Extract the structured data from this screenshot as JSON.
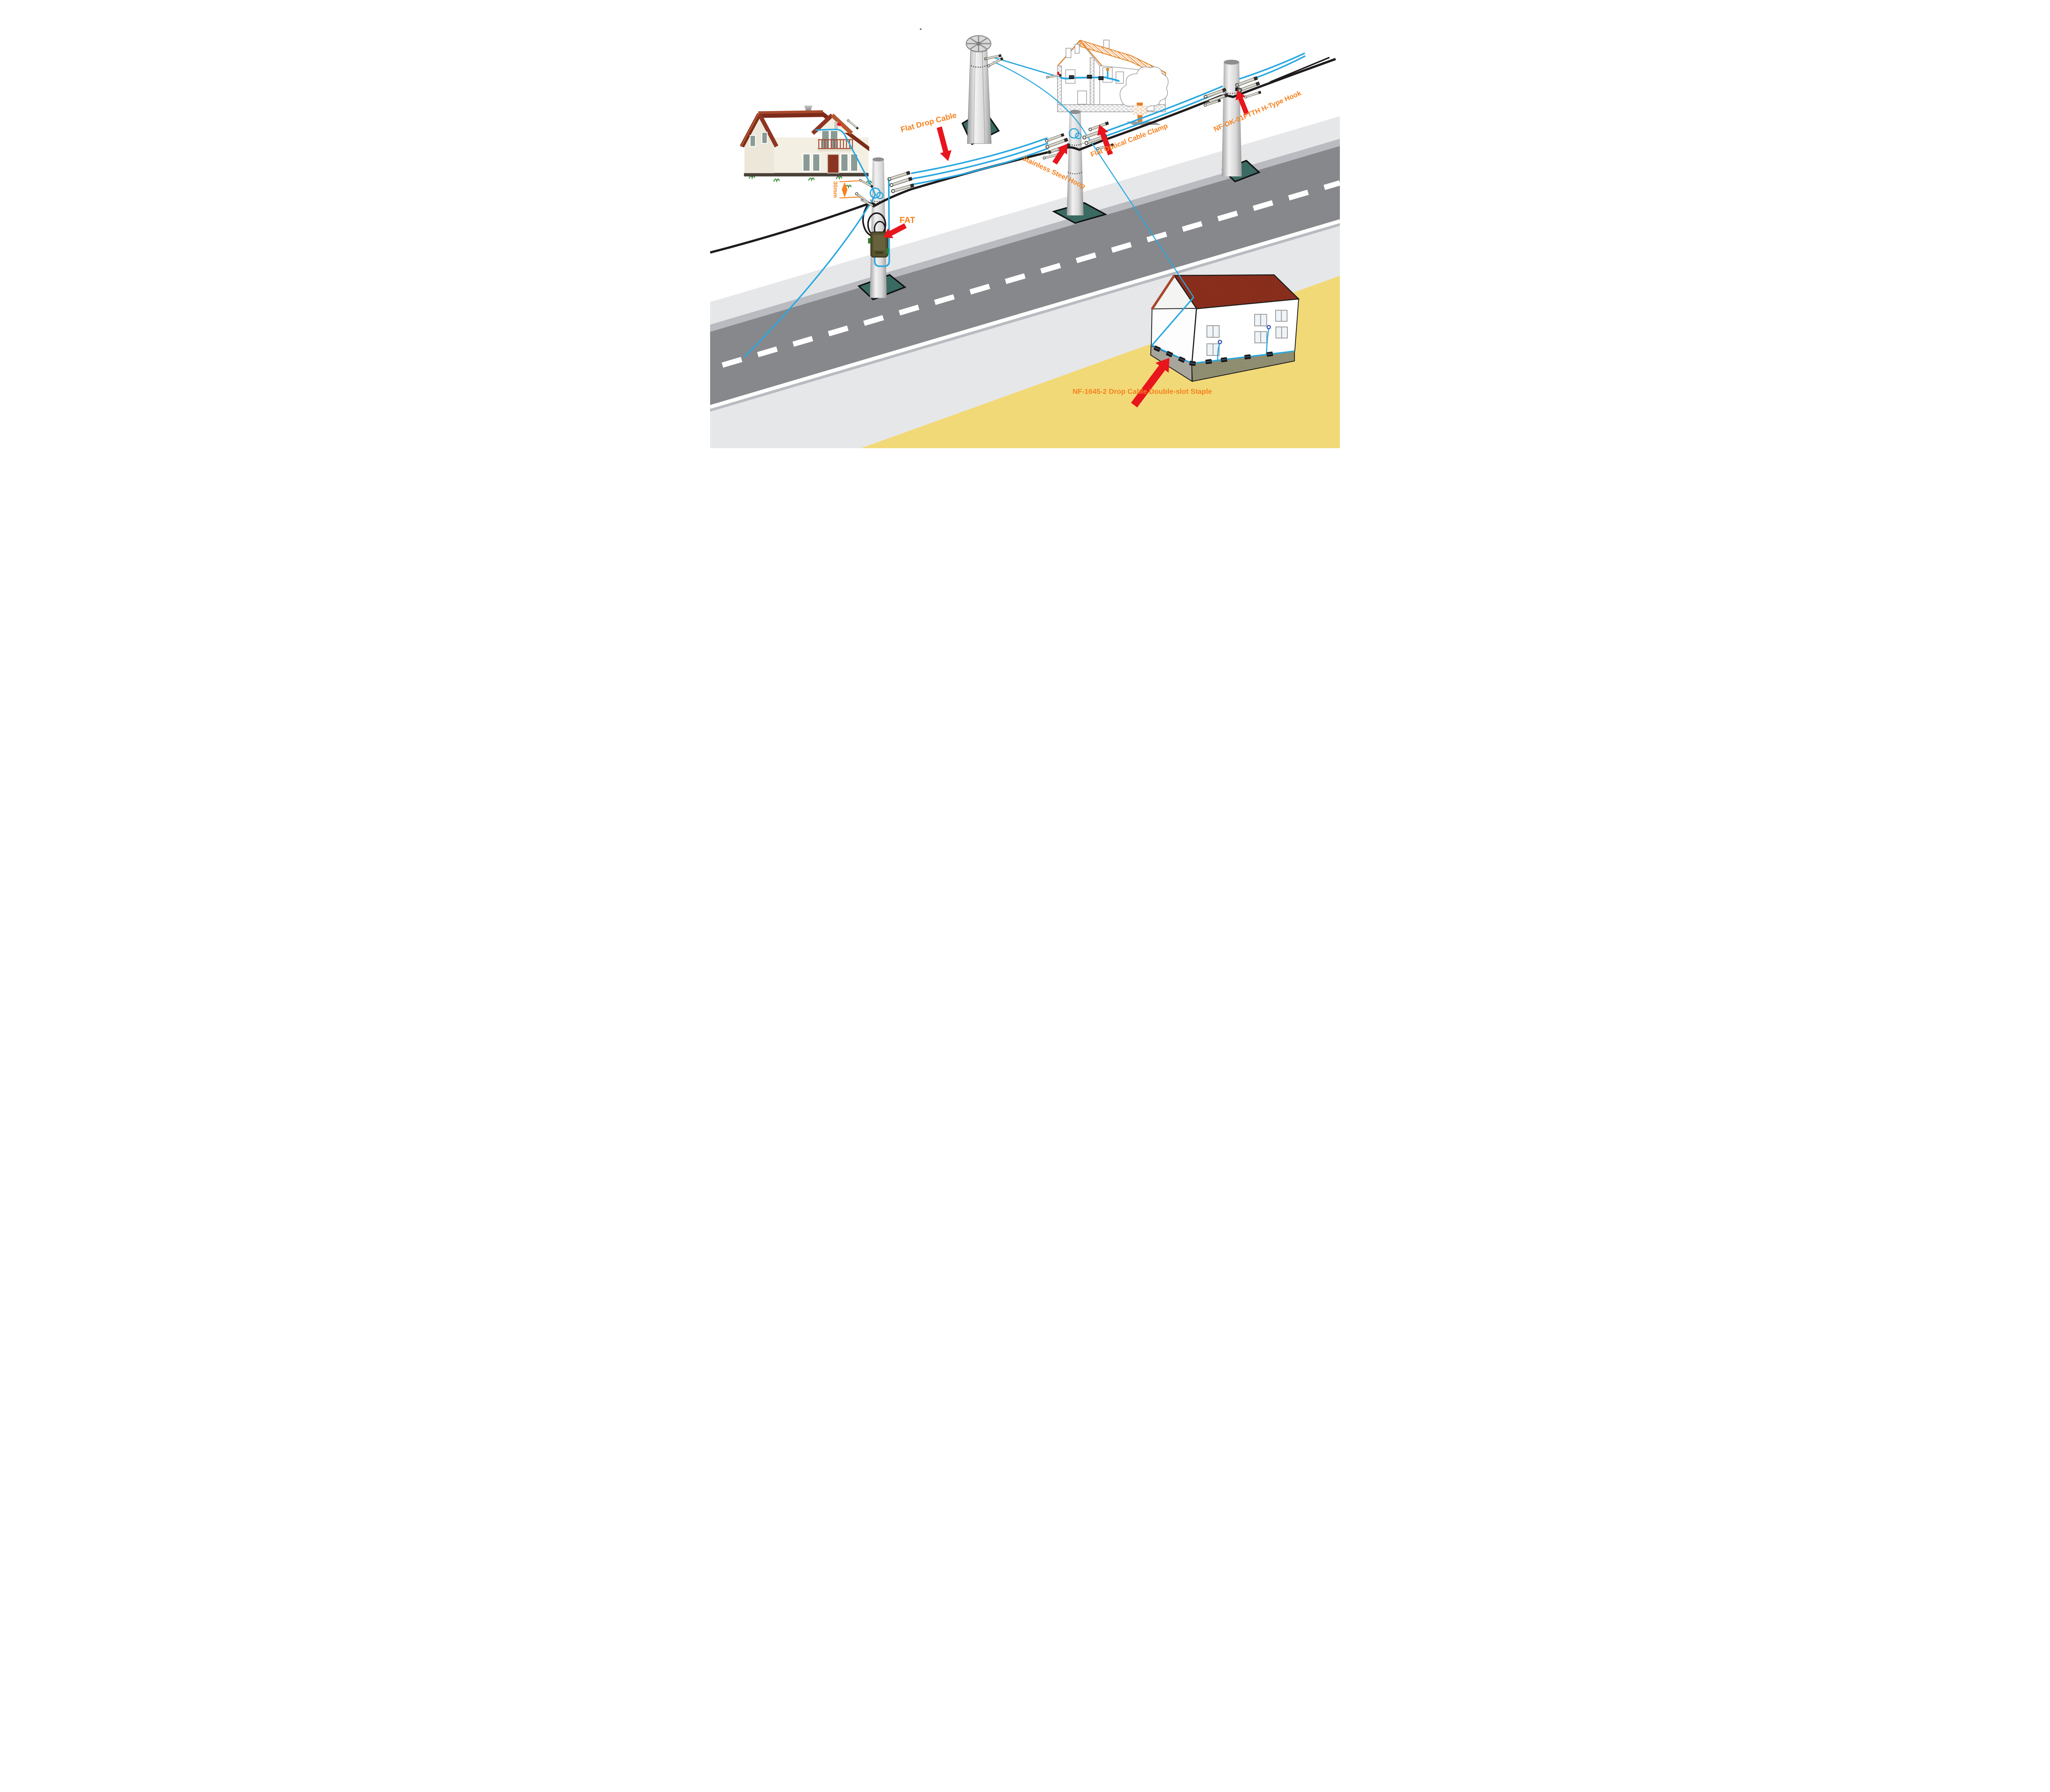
{
  "diagram": {
    "type": "FTTH aerial drop cable installation scene",
    "labels": {
      "flat_drop_cable": "Flat Drop Cable",
      "fat": "FAT",
      "span_30mm": "30mm",
      "stainless_steel_hoop": "Stainless Steel Hoop",
      "flat_optical_cable_clamp": "Flat Optical Cable Clamp",
      "h_type_hook": "NF-OK-01FTTH H-Type Hook",
      "double_slot_staple": "NF-1645-2 Drop Cable Double-slot Staple"
    },
    "colors": {
      "label_orange": "#F5821F",
      "arrow_red": "#E8151D",
      "drop_cable_blue": "#29A8E0",
      "messenger_black": "#1F1B1C",
      "road_dark": "#87888C",
      "curb_gray": "#B9BBC1",
      "sidewalk_gray": "#E6E7E9",
      "ground_yellow": "#F2D977",
      "pole_base_teal": "#3A6A62",
      "roof_maroon": "#7D2B1A",
      "sketch_roof_orange": "#F08228"
    }
  }
}
